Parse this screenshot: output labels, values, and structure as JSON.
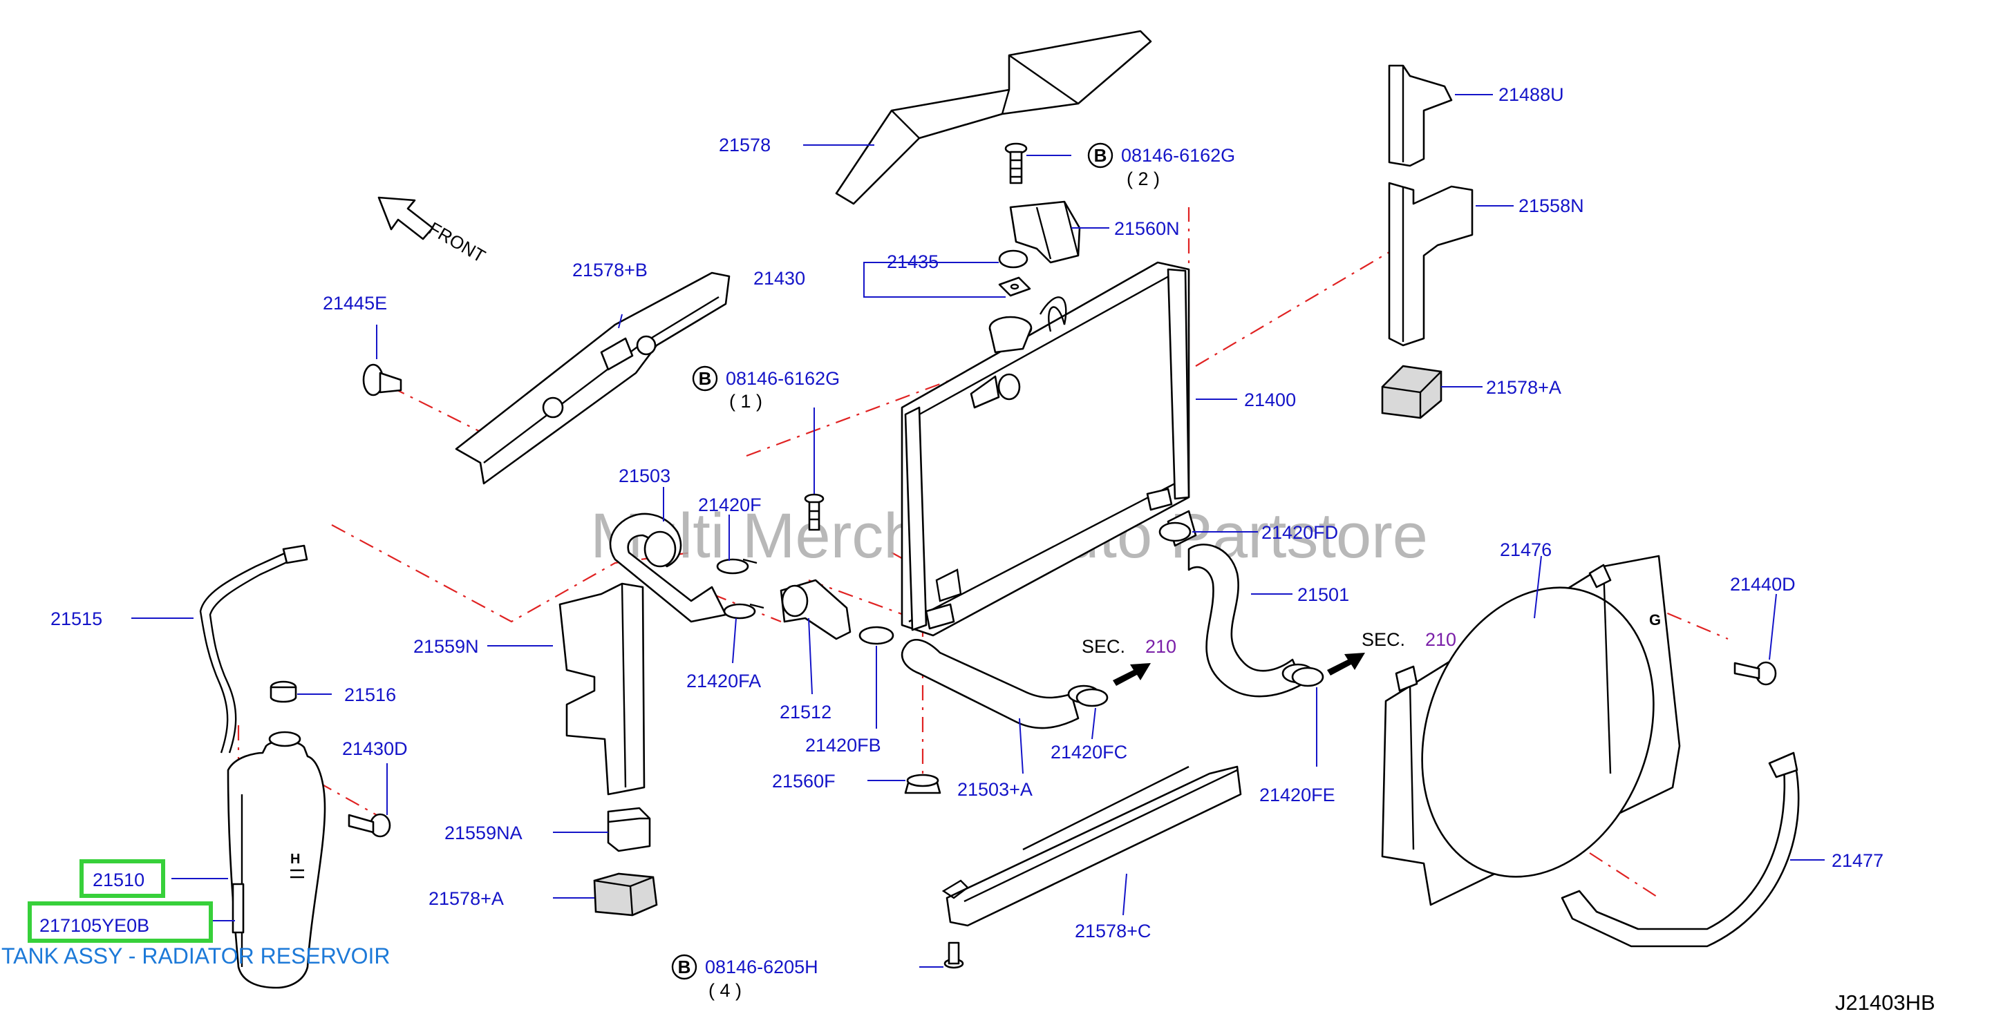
{
  "diagram": {
    "watermark": "Multi Merchant Auto Partstore",
    "front_label": "FRONT",
    "diagram_code": "J21403HB",
    "caption": "TANK ASSY - RADIATOR RESERVOIR",
    "highlighted": {
      "part_number": "21510",
      "oem_number": "217105YE0B"
    },
    "sec_labels": [
      {
        "prefix": "SEC.",
        "number": "210"
      },
      {
        "prefix": "SEC.",
        "number": "210"
      }
    ],
    "bolt_callouts": [
      {
        "letter": "B",
        "part": "08146-6162G",
        "qty": "( 2 )"
      },
      {
        "letter": "B",
        "part": "08146-6162G",
        "qty": "( 1 )"
      },
      {
        "letter": "B",
        "part": "08146-6205H",
        "qty": "( 4 )"
      }
    ],
    "part_labels": [
      "21578",
      "21488U",
      "21558N",
      "21560N",
      "21435",
      "21430",
      "21578+B",
      "21445E",
      "21400",
      "21578+A",
      "21503",
      "21420F",
      "21420FD",
      "21476",
      "21440D",
      "21515",
      "21559N",
      "21501",
      "21420FA",
      "21512",
      "21516",
      "21430D",
      "21420FB",
      "21420FC",
      "21420FE",
      "21560F",
      "21503+A",
      "21559NA",
      "21578+A",
      "21578+C",
      "21477"
    ],
    "colors": {
      "label_blue": "#1414c8",
      "dash_red": "#e02222",
      "highlight_green": "#37d03a",
      "caption_blue": "#1c79d8",
      "sec_purple": "#7a1fa8"
    }
  }
}
